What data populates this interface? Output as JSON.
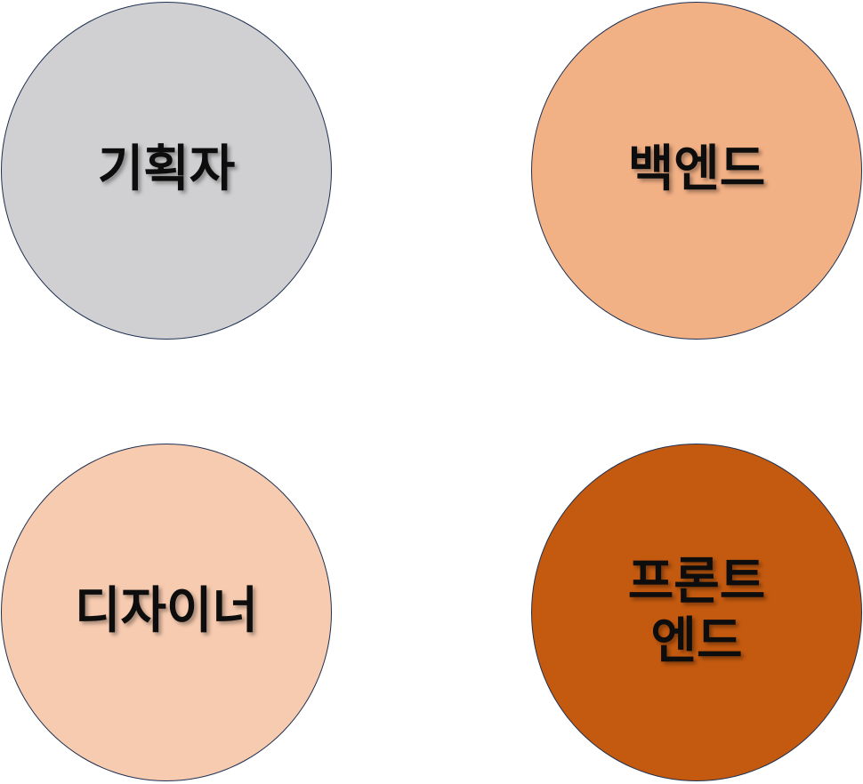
{
  "roles": {
    "planner": {
      "label": "기획자",
      "color": "#d0cfd1"
    },
    "backend": {
      "label": "백엔드",
      "color": "#f2b085"
    },
    "designer": {
      "label": "디자이너",
      "color": "#f7cbb0"
    },
    "frontend": {
      "label": "프론트\n엔드",
      "color": "#c45a10"
    }
  },
  "colors": {
    "outline": "#1f3152",
    "text": "#0d0d0d"
  }
}
